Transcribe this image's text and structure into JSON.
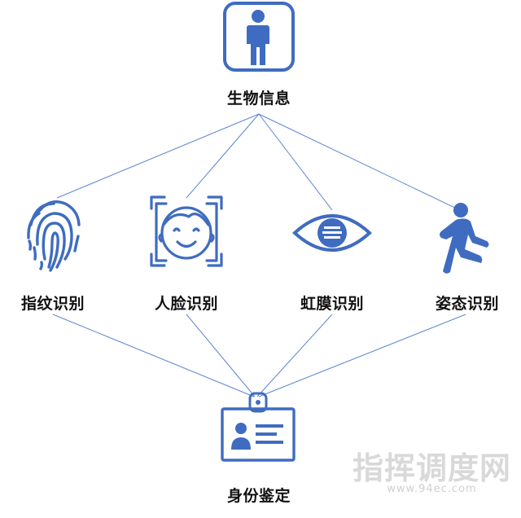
{
  "nodes": {
    "top": "生物信息",
    "fingerprint": "指纹识别",
    "face": "人脸识别",
    "iris": "虹膜识别",
    "gait": "姿态识别",
    "bottom": "身份鉴定"
  },
  "watermark": {
    "main": "指挥调度网",
    "sub": "www.94ec.com"
  },
  "colors": {
    "accent": "#3f6cc0",
    "line": "#4f7cc9"
  }
}
